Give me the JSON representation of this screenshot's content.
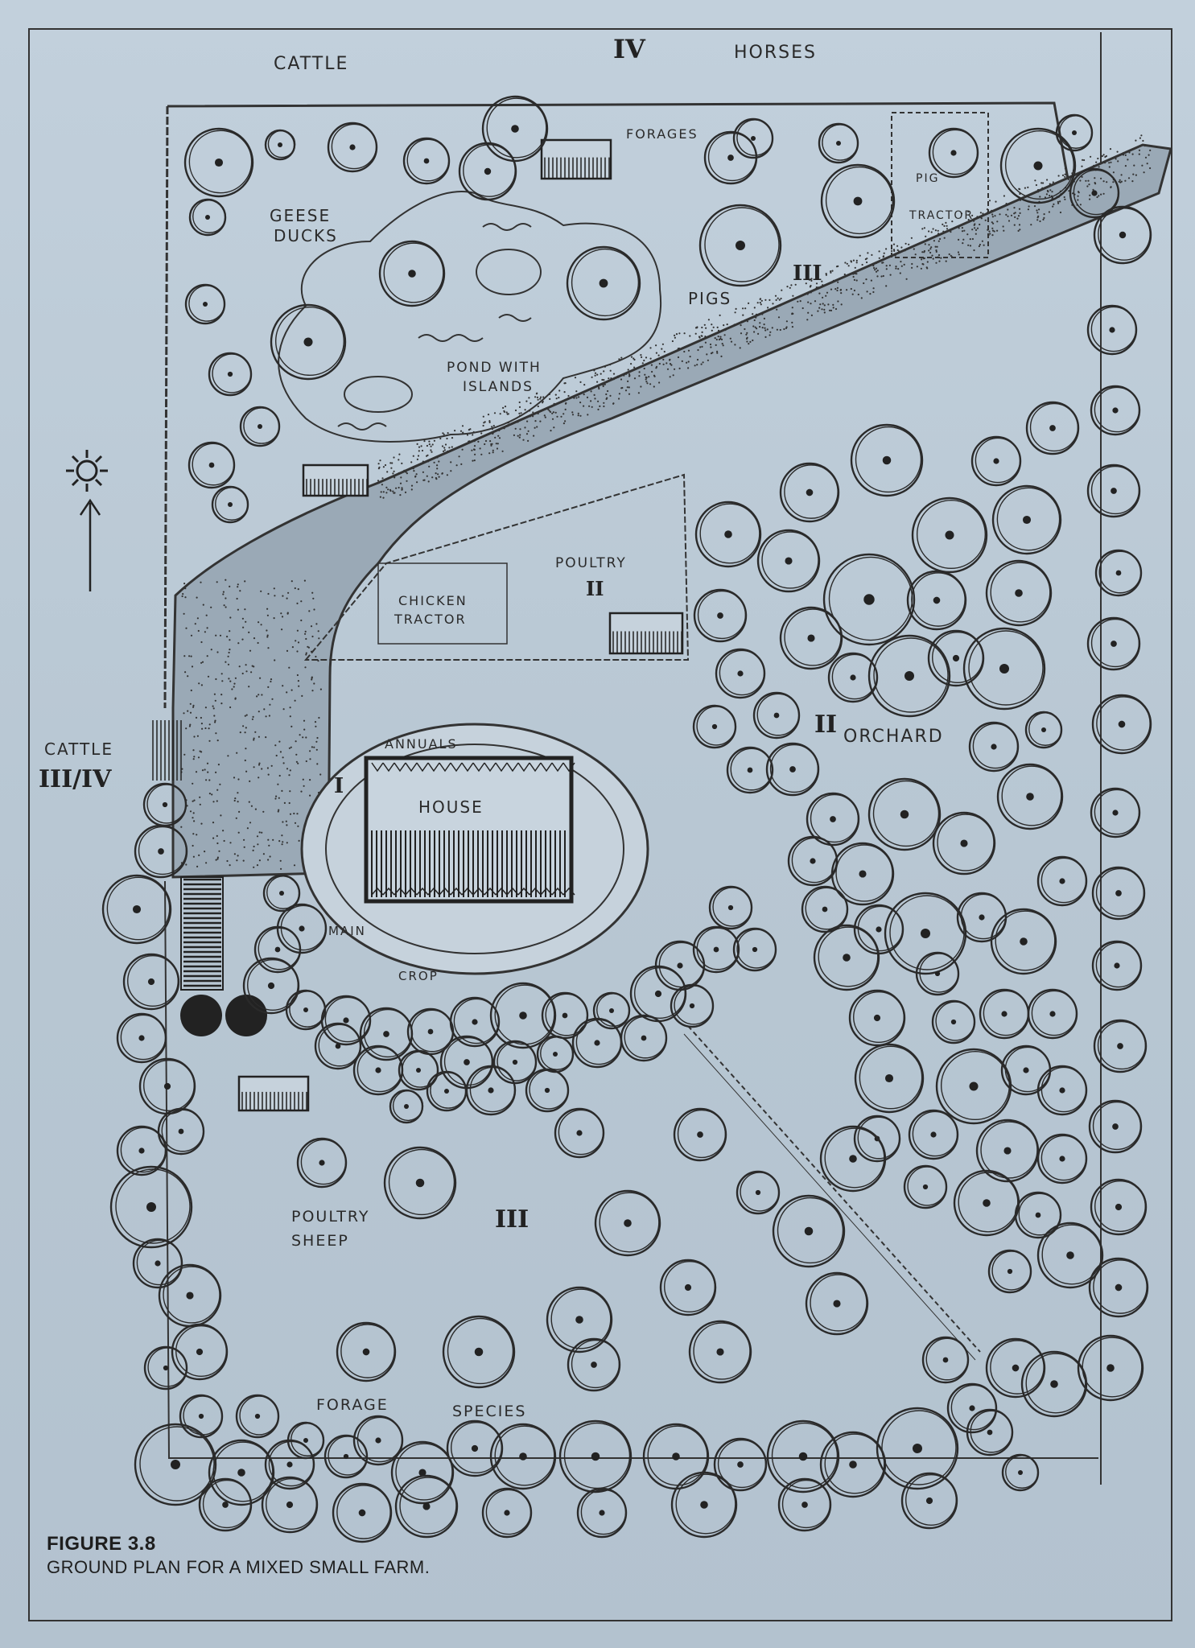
{
  "labels": {
    "cattle_top": "CATTLE",
    "zone_iv": "IV",
    "horses": "HORSES",
    "forages": "FORAGES",
    "geese": "GEESE",
    "ducks": "DUCKS",
    "pig": "PIG",
    "tractor_pig": "TRACTOR",
    "zone_iii_top": "III",
    "pigs": "PIGS",
    "pond_with": "POND WITH",
    "islands": "ISLANDS",
    "poultry_top": "POULTRY",
    "zone_ii_poultry": "II",
    "chicken": "CHICKEN",
    "tractor_chicken": "TRACTOR",
    "cattle_left": "CATTLE",
    "zone_iii_iv": "III/IV",
    "annuals": "ANNUALS",
    "zone_i": "I",
    "house": "HOUSE",
    "zone_ii_orchard": "II",
    "orchard": "ORCHARD",
    "main": "MAIN",
    "crop": "CROP",
    "poultry_bottom": "POULTRY",
    "sheep": "SHEEP",
    "zone_iii_bottom": "III",
    "forage": "FORAGE",
    "species": "SPECIES"
  },
  "caption": {
    "figure": "FIGURE 3.8",
    "title": "GROUND PLAN FOR A MIXED SMALL FARM."
  },
  "colors": {
    "paper": "#bccad6",
    "ink": "#2a2a2a"
  },
  "icons": [
    "sun-icon",
    "north-arrow-icon"
  ]
}
